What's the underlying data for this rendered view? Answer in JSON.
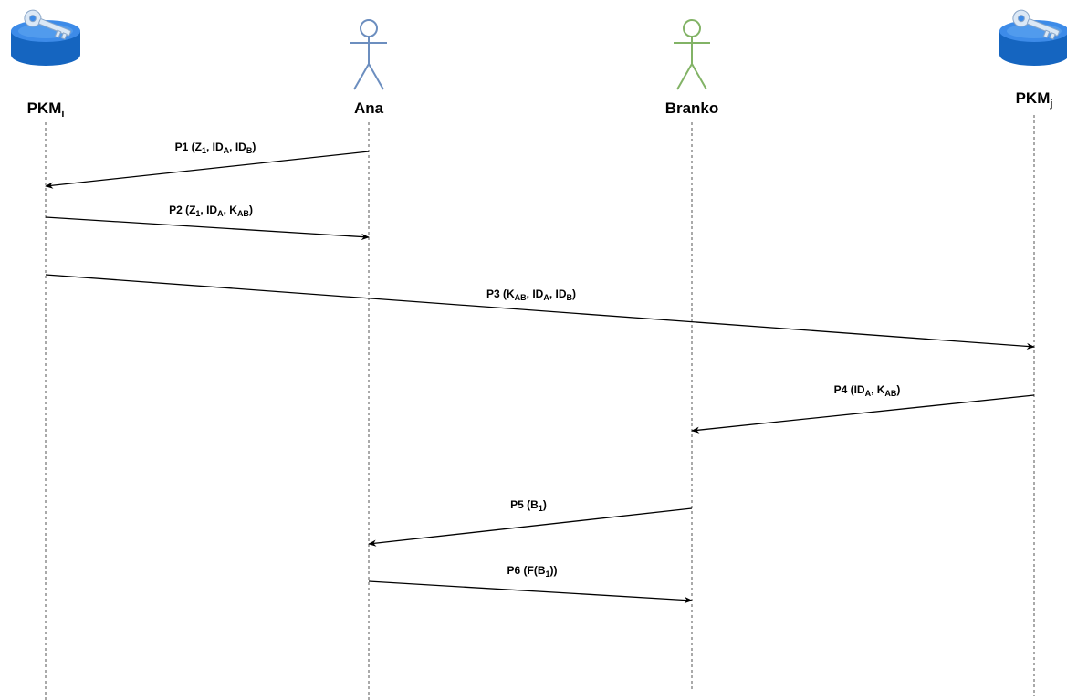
{
  "participants": [
    {
      "id": "pkm_i",
      "type": "server",
      "label": {
        "base": "PKM",
        "sub": "i"
      }
    },
    {
      "id": "ana",
      "type": "actor",
      "label": {
        "base": "Ana",
        "sub": ""
      },
      "color": "#6c8ebf"
    },
    {
      "id": "branko",
      "type": "actor",
      "label": {
        "base": "Branko",
        "sub": ""
      },
      "color": "#82b366"
    },
    {
      "id": "pkm_j",
      "type": "server",
      "label": {
        "base": "PKM",
        "sub": "j"
      }
    }
  ],
  "server_icon": "key-server-icon",
  "server_colors": {
    "body": "#1565c0",
    "top": "#3d8be8",
    "key": "#dbe8f6"
  },
  "messages": [
    {
      "id": "p1",
      "from": "ana",
      "to": "pkm_i",
      "label": [
        {
          "t": "P1 (Z"
        },
        {
          "t": "1",
          "sub": true
        },
        {
          "t": ", ID"
        },
        {
          "t": "A",
          "sub": true
        },
        {
          "t": ", ID"
        },
        {
          "t": "B",
          "sub": true
        },
        {
          "t": ")"
        }
      ]
    },
    {
      "id": "p2",
      "from": "pkm_i",
      "to": "ana",
      "label": [
        {
          "t": "P2 (Z"
        },
        {
          "t": "1",
          "sub": true
        },
        {
          "t": ", ID"
        },
        {
          "t": "A",
          "sub": true
        },
        {
          "t": ", K"
        },
        {
          "t": "AB",
          "sub": true
        },
        {
          "t": ")"
        }
      ]
    },
    {
      "id": "p3",
      "from": "pkm_i",
      "to": "pkm_j",
      "label": [
        {
          "t": "P3 (K"
        },
        {
          "t": "AB",
          "sub": true
        },
        {
          "t": ", ID"
        },
        {
          "t": "A",
          "sub": true
        },
        {
          "t": ", ID"
        },
        {
          "t": "B",
          "sub": true
        },
        {
          "t": ")"
        }
      ]
    },
    {
      "id": "p4",
      "from": "pkm_j",
      "to": "branko",
      "label": [
        {
          "t": "P4 (ID"
        },
        {
          "t": "A",
          "sub": true
        },
        {
          "t": ", K"
        },
        {
          "t": "AB",
          "sub": true
        },
        {
          "t": ")"
        }
      ]
    },
    {
      "id": "p5",
      "from": "branko",
      "to": "ana",
      "label": [
        {
          "t": "P5 (B"
        },
        {
          "t": "1",
          "sub": true
        },
        {
          "t": ")"
        }
      ]
    },
    {
      "id": "p6",
      "from": "ana",
      "to": "branko",
      "label": [
        {
          "t": "P6 (F(B"
        },
        {
          "t": "1",
          "sub": true
        },
        {
          "t": "))"
        }
      ]
    }
  ]
}
